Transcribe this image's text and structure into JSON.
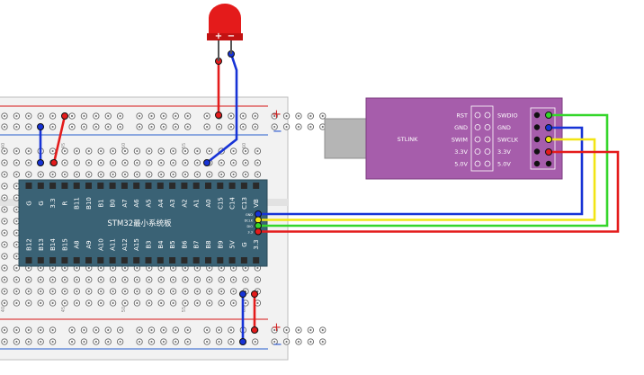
{
  "led": {
    "plus": "+",
    "minus": "−"
  },
  "breadboard": {
    "rail_plus": "+",
    "rail_minus": "−",
    "col_numbers_top": [
      "40",
      "45",
      "50",
      "55",
      "60"
    ],
    "col_numbers_bottom": [
      "40",
      "45",
      "50",
      "55",
      "60"
    ]
  },
  "stm32": {
    "label": "STM32最小系统板",
    "top_pins": [
      "G",
      "G",
      "3.3",
      "R",
      "B11",
      "B10",
      "B1",
      "B0",
      "A7",
      "A6",
      "A5",
      "A4",
      "A3",
      "A2",
      "A1",
      "A0",
      "C15",
      "C14",
      "C13",
      "VB"
    ],
    "bottom_pins": [
      "B12",
      "B13",
      "B14",
      "B15",
      "A8",
      "A9",
      "A10",
      "A11",
      "A12",
      "A15",
      "B3",
      "B4",
      "B5",
      "B6",
      "B7",
      "B8",
      "B9",
      "5V",
      "G",
      "3.3"
    ],
    "debug_pins": [
      "GND",
      "DCLK",
      "DIO",
      "3.3"
    ]
  },
  "stlink": {
    "label": "STLINK",
    "left_labels": [
      "RST",
      "GND",
      "SWIM",
      "3.3V",
      "5.0V"
    ],
    "right_labels": [
      "SWDIO",
      "GND",
      "SWCLK",
      "3.3V",
      "5.0V"
    ],
    "color": "#9b59a8"
  },
  "wire_colors": {
    "blue": "#1733d6",
    "red": "#e41b1b",
    "yellow": "#f2e513",
    "green": "#35d62b"
  }
}
